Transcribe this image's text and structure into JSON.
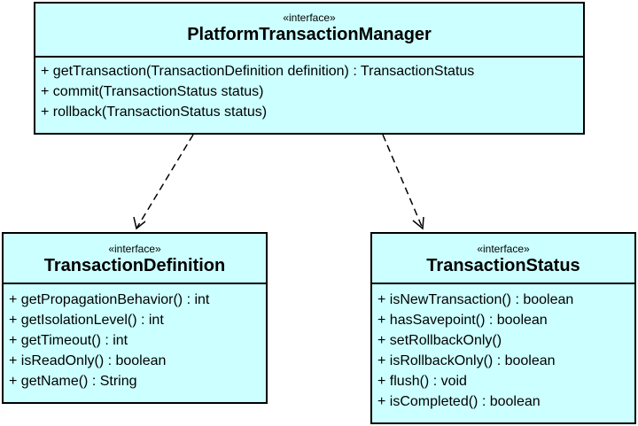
{
  "classes": {
    "manager": {
      "stereotype": "«interface»",
      "name": "PlatformTransactionManager",
      "operations": [
        "+ getTransaction(TransactionDefinition definition) : TransactionStatus",
        "+ commit(TransactionStatus status)",
        "+ rollback(TransactionStatus status)"
      ]
    },
    "definition": {
      "stereotype": "«interface»",
      "name": "TransactionDefinition",
      "operations": [
        "+ getPropagationBehavior() : int",
        "+ getIsolationLevel() : int",
        "+ getTimeout() : int",
        "+ isReadOnly() : boolean",
        "+ getName() : String"
      ]
    },
    "status": {
      "stereotype": "«interface»",
      "name": "TransactionStatus",
      "operations": [
        "+ isNewTransaction() : boolean",
        "+ hasSavepoint() : boolean",
        "+ setRollbackOnly()",
        "+ isRollbackOnly() : boolean",
        "+ flush() : void",
        "+ isCompleted() : boolean"
      ]
    }
  },
  "relations": [
    {
      "from": "manager",
      "to": "definition",
      "kind": "dependency"
    },
    {
      "from": "manager",
      "to": "status",
      "kind": "dependency"
    }
  ],
  "colors": {
    "class_fill": "#ccffff",
    "stroke": "#000000"
  }
}
